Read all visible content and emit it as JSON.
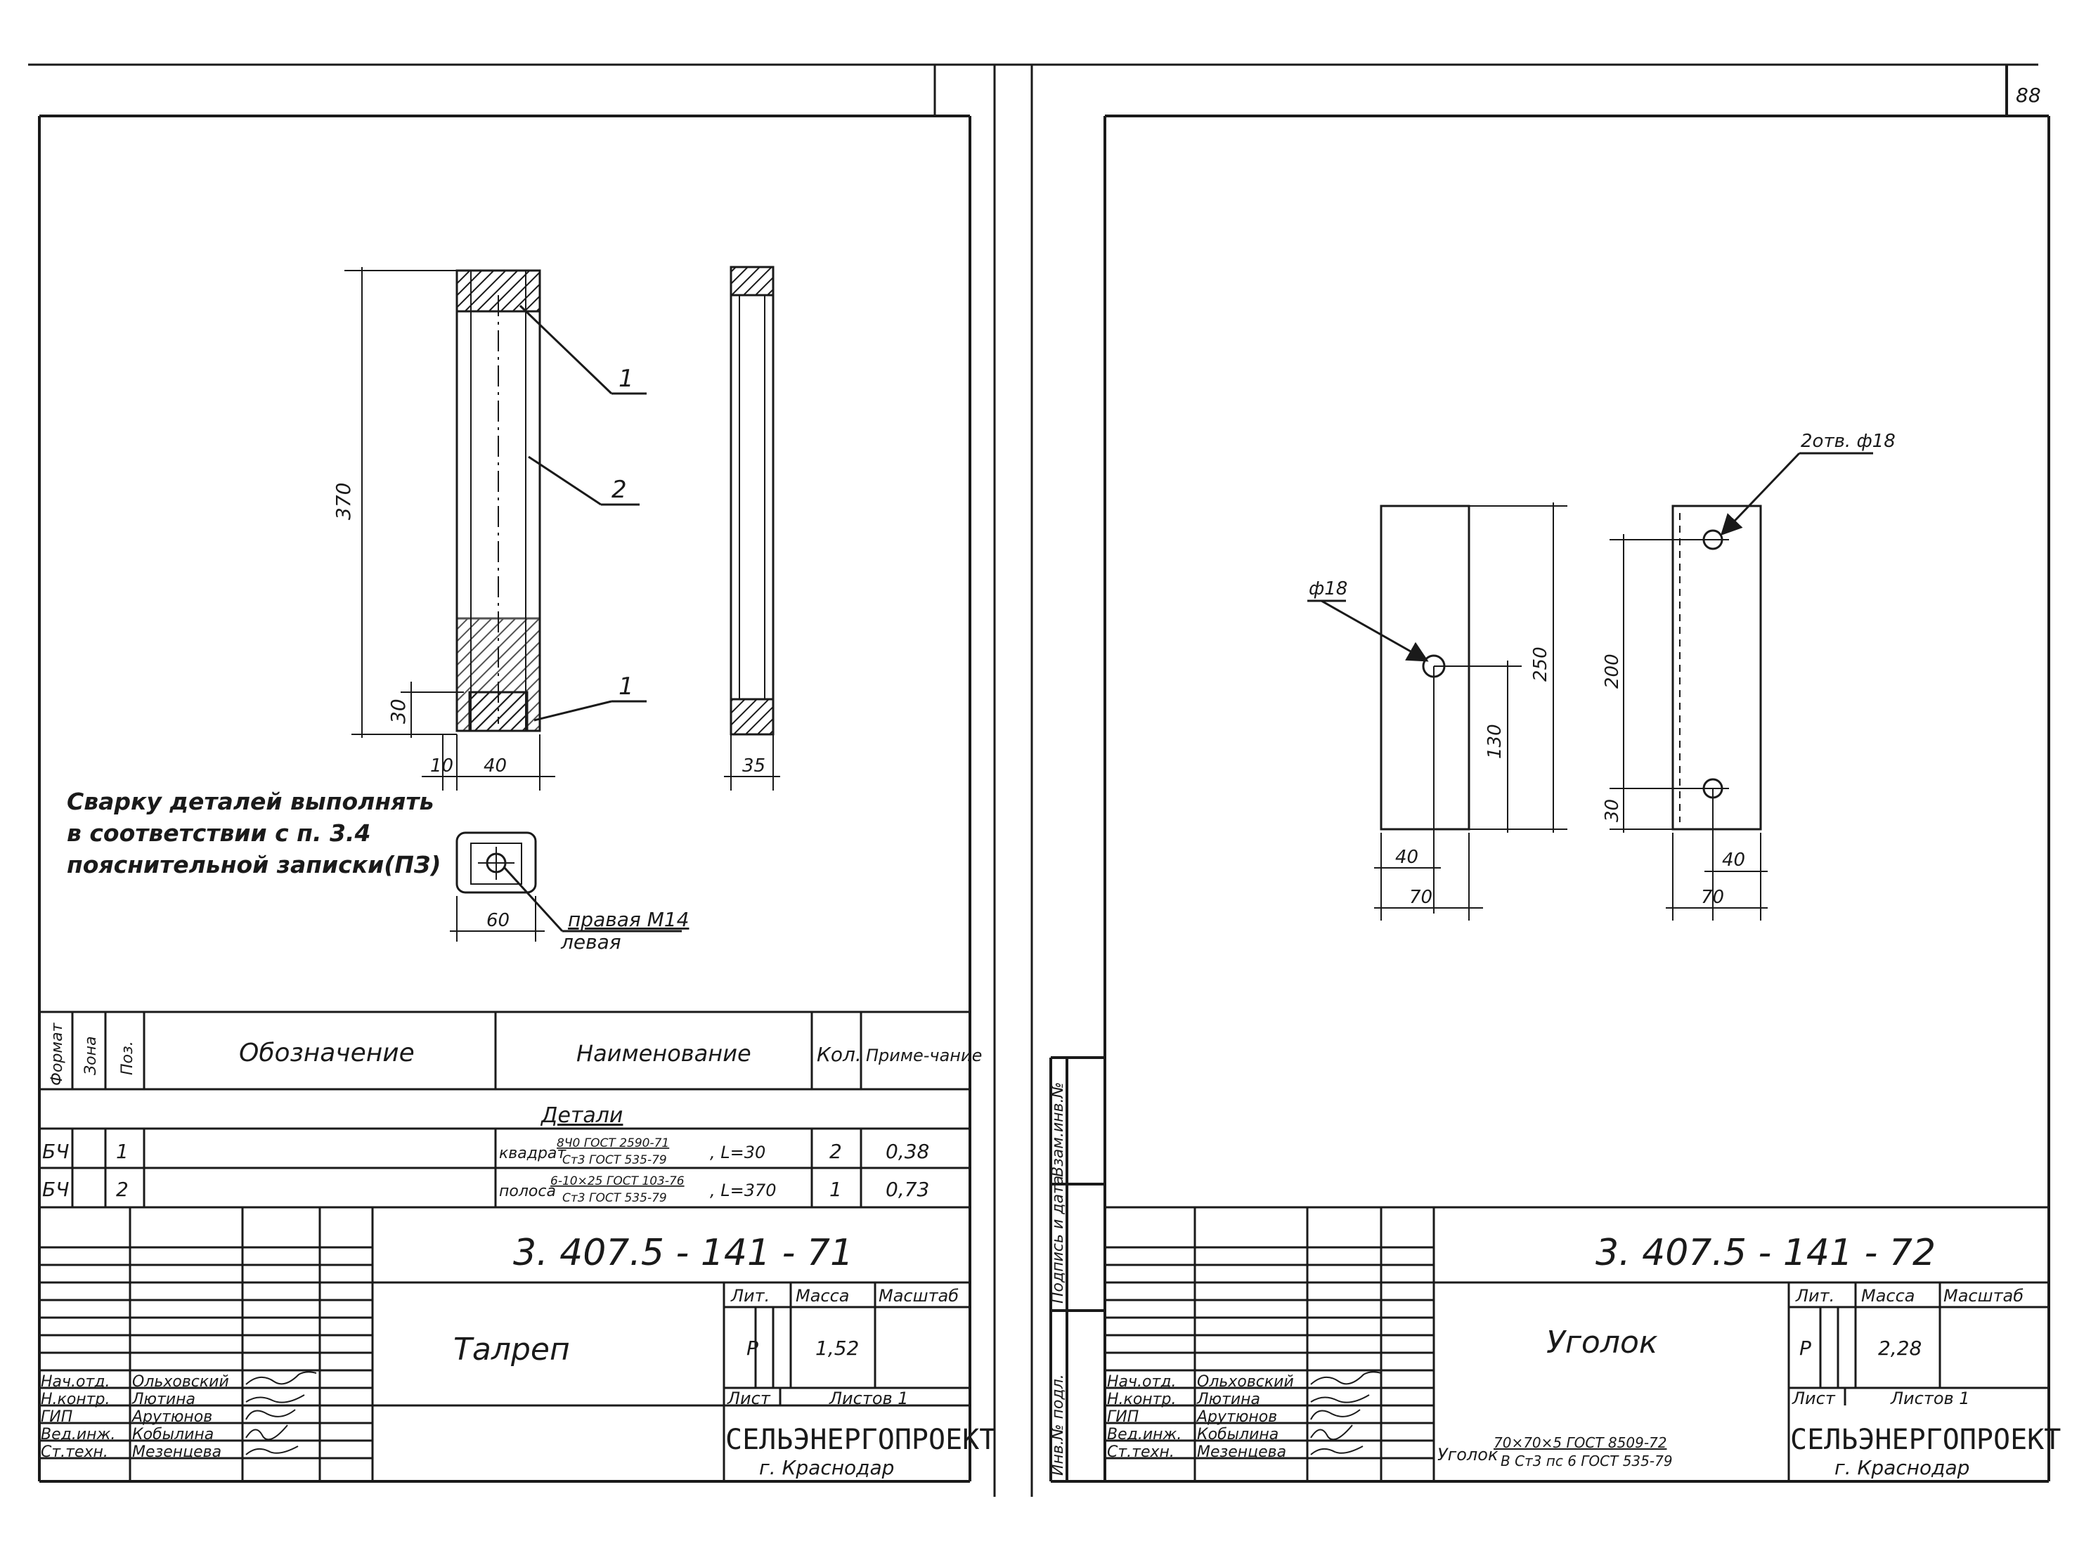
{
  "page_number": "88",
  "left_sheet": {
    "leaders": [
      "1",
      "2",
      "1"
    ],
    "dims": {
      "height": "370",
      "end": "30",
      "offset": "10",
      "width": "40",
      "side": "35",
      "nut": "60"
    },
    "note": [
      "Сварку деталей выполнять",
      "в соответствии с п. 3.4",
      "пояснительной записки(ПЗ)"
    ],
    "thread": [
      "правая М14",
      "левая"
    ],
    "spec_headers": {
      "format": "Формат",
      "zone": "Зона",
      "pos": "Поз.",
      "designation": "Обозначение",
      "name": "Наименование",
      "qty": "Кол.",
      "note": "Приме-чание"
    },
    "section": "Детали",
    "rows": [
      {
        "format": "БЧ",
        "pos": "1",
        "kind": "квадрат",
        "top": "8Ч0 ГОСТ 2590-71",
        "bottom": "Ст3 ГОСТ 535-79",
        "len": ", L=30",
        "qty": "2",
        "mass": "0,38"
      },
      {
        "format": "БЧ",
        "pos": "2",
        "kind": "полоса",
        "top": "6-10×25 ГОСТ 103-76",
        "bottom": "Ст3 ГОСТ 535-79",
        "len": ", L=370",
        "qty": "1",
        "mass": "0,73"
      }
    ],
    "code": "3. 407.5 - 141 - 71",
    "title": "Талреп",
    "lit_label": "Лит.",
    "mass_label": "Масса",
    "scale_label": "Масштаб",
    "lit": "Р",
    "mass": "1,52",
    "sheet_label": "Лист",
    "sheets_label": "Листов 1",
    "org": "СЕЛЬЭНЕРГОПРОЕКТ",
    "city": "г. Краснодар",
    "staff": [
      {
        "role": "Нач.отд.",
        "name": "Ольховский"
      },
      {
        "role": "Н.контр.",
        "name": "Лютина"
      },
      {
        "role": "ГИП",
        "name": "Арутюнов"
      },
      {
        "role": "Вед.инж.",
        "name": "Кобылина"
      },
      {
        "role": "Ст.техн.",
        "name": "Мезенцева"
      }
    ]
  },
  "right_sheet": {
    "side_labels": [
      "Инв.№ подл.",
      "Подпись и дата",
      "Взам.инв.№"
    ],
    "holes_label": "2отв. ф18",
    "hole_label": "ф18",
    "dims": {
      "h250": "250",
      "h130": "130",
      "w40a": "40",
      "w70a": "70",
      "h200": "200",
      "h30": "30",
      "w40b": "40",
      "w70b": "70"
    },
    "code": "3. 407.5 - 141 - 72",
    "title": "Уголок",
    "lit_label": "Лит.",
    "mass_label": "Масса",
    "scale_label": "Масштаб",
    "lit": "Р",
    "mass": "2,28",
    "sheet_label": "Лист",
    "sheets_label": "Листов 1",
    "material_prefix": "Уголок",
    "material_top": "70×70×5 ГОСТ 8509-72",
    "material_bottom": "В Ст3 пс 6 ГОСТ 535-79",
    "org": "СЕЛЬЭНЕРГОПРОЕКТ",
    "city": "г. Краснодар",
    "staff": [
      {
        "role": "Нач.отд.",
        "name": "Ольховский"
      },
      {
        "role": "Н.контр.",
        "name": "Лютина"
      },
      {
        "role": "ГИП",
        "name": "Арутюнов"
      },
      {
        "role": "Вед.инж.",
        "name": "Кобылина"
      },
      {
        "role": "Ст.техн.",
        "name": "Мезенцева"
      }
    ]
  }
}
